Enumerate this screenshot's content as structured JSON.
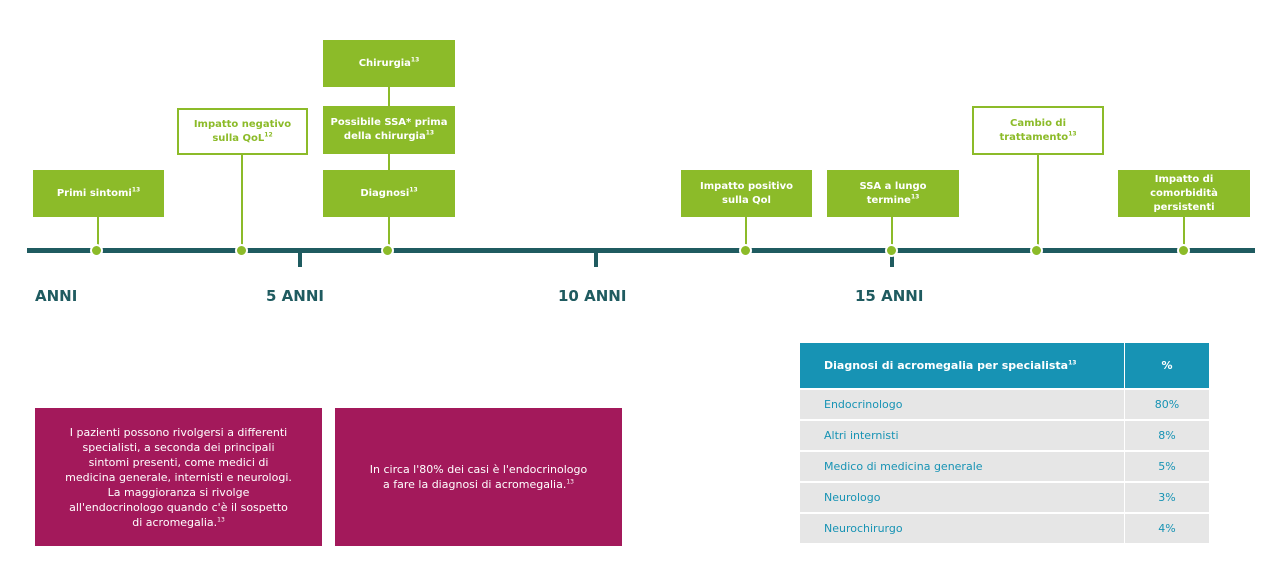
{
  "timeline": {
    "years": [
      "ANNI",
      "5 ANNI",
      "10 ANNI",
      "15 ANNI"
    ],
    "events": [
      {
        "label": "Primi sintomi",
        "sup": "13"
      },
      {
        "label": "Impatto negativo sulla QoL",
        "sup": "12"
      },
      {
        "label": "Chirurgia",
        "sup": "13"
      },
      {
        "label": "Possibile SSA* prima della chirurgia",
        "sup": "13"
      },
      {
        "label": "Diagnosi",
        "sup": "13"
      },
      {
        "label": "Impatto positivo sulla Qol",
        "sup": ""
      },
      {
        "label": "SSA a lungo termine",
        "sup": "13"
      },
      {
        "label": "Cambio di trattamento",
        "sup": "13"
      },
      {
        "label": "Impatto di comorbidità persistenti",
        "sup": ""
      }
    ]
  },
  "notes": {
    "left": "I pazienti possono rivolgersi a differenti specialisti, a seconda dei principali sintomi presenti, come medici di medicina generale, internisti e neurologi. La maggioranza si rivolge all'endocrinologo quando c'è il sospetto di acromegalia.",
    "left_sup": "13",
    "right": "In circa l'80% dei casi è l'endocrinologo a fare la diagnosi di acromegalia.",
    "right_sup": "13"
  },
  "table": {
    "header": {
      "title": "Diagnosi di acromegalia per specialista",
      "sup": "13",
      "pct": "%"
    },
    "rows": [
      {
        "specialist": "Endocrinologo",
        "pct": "80%"
      },
      {
        "specialist": "Altri internisti",
        "pct": "8%"
      },
      {
        "specialist": "Medico di medicina generale",
        "pct": "5%"
      },
      {
        "specialist": "Neurologo",
        "pct": "3%"
      },
      {
        "specialist": "Neurochirurgo",
        "pct": "4%"
      }
    ]
  },
  "colors": {
    "green": "#8cbb29",
    "teal": "#1f5b60",
    "magenta": "#a3195b",
    "blue": "#1793b4",
    "gray": "#e6e6e6"
  }
}
